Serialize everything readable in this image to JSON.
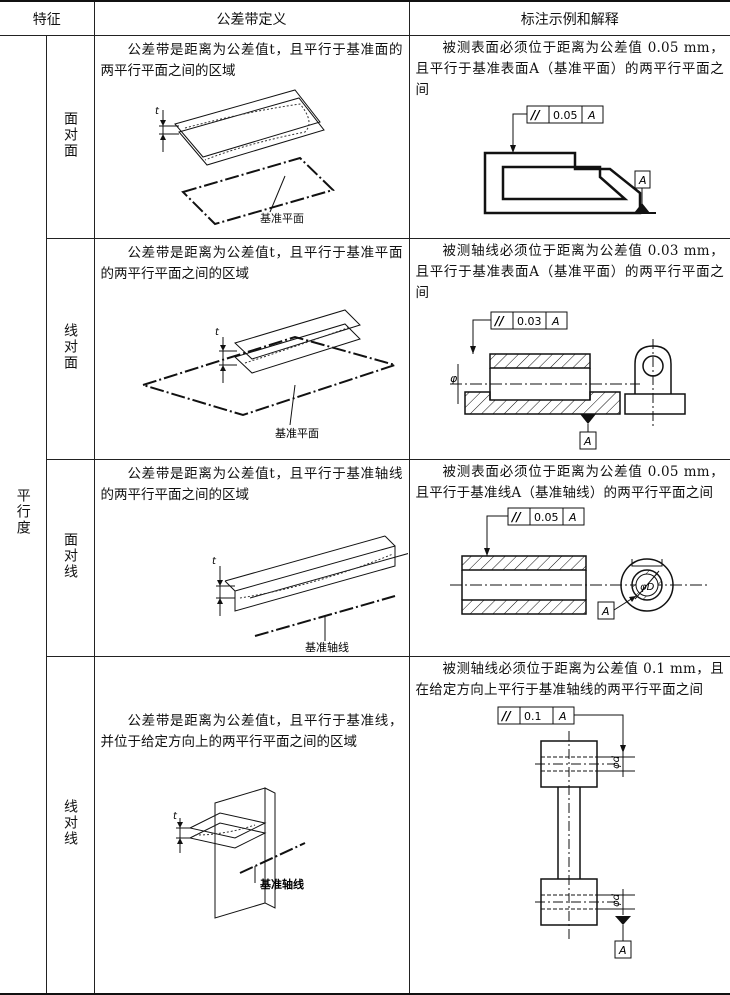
{
  "headers": {
    "feature": "特征",
    "definition": "公差带定义",
    "example": "标注示例和解释"
  },
  "category": "平行度",
  "rows": [
    {
      "sub": "面对面",
      "definition": "公差带是距离为公差值t，且平行于基准面的两平行平面之间的区域",
      "figure_label": "基准平面",
      "explanation": "被测表面必须位于距离为公差值 0.05 mm，且平行于基准表面A（基准平面）的两平行平面之间",
      "frame_value": "0.05",
      "datum": "A"
    },
    {
      "sub": "线对面",
      "definition": "公差带是距离为公差值t，且平行于基准平面的两平行平面之间的区域",
      "figure_label": "基准平面",
      "explanation": "被测轴线必须位于距离为公差值 0.03 mm，且平行于基准表面A（基准平面）的两平行平面之间",
      "frame_value": "0.03",
      "datum": "A"
    },
    {
      "sub": "面对线",
      "definition": "公差带是距离为公差值t，且平行于基准轴线的两平行平面之间的区域",
      "figure_label": "基准轴线",
      "explanation": "被测表面必须位于距离为公差值 0.05 mm，且平行于基准线A（基准轴线）的两平行平面之间",
      "frame_value": "0.05",
      "datum": "A",
      "diam_label": "φD"
    },
    {
      "sub": "线对线",
      "definition": "公差带是距离为公差值t，且平行于基准线，并位于给定方向上的两平行平面之间的区域",
      "figure_label": "基准轴线",
      "explanation": "被测轴线必须位于距离为公差值 0.1 mm，且在给定方向上平行于基准轴线的两平行平面之间",
      "frame_value": "0.1",
      "datum": "A",
      "diam_label": "φd"
    }
  ],
  "symbols": {
    "parallel": "//",
    "t": "t",
    "phi": "φ"
  }
}
